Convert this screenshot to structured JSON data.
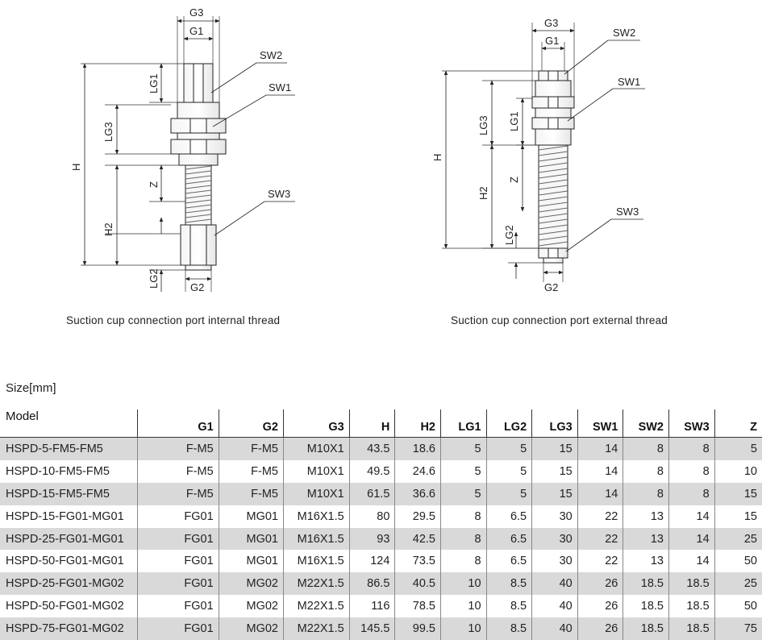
{
  "diagram_left": {
    "labels": {
      "g3": "G3",
      "g1": "G1",
      "g2": "G2",
      "sw2": "SW2",
      "sw1": "SW1",
      "sw3": "SW3",
      "lg1": "LG1",
      "lg3": "LG3",
      "z": "Z",
      "h": "H",
      "h2": "H2",
      "lg2": "LG2"
    },
    "caption": "Suction cup connection port internal thread"
  },
  "diagram_right": {
    "labels": {
      "g3": "G3",
      "g1": "G1",
      "g2": "G2",
      "sw2": "SW2",
      "sw1": "SW1",
      "sw3": "SW3",
      "lg1": "LG1",
      "lg3": "LG3",
      "z": "Z",
      "h": "H",
      "h2": "H2",
      "lg2": "LG2"
    },
    "caption": "Suction cup connection port external thread"
  },
  "size_label": "Size[mm]",
  "table": {
    "headers": [
      "Model",
      "G1",
      "G2",
      "G3",
      "H",
      "H2",
      "LG1",
      "LG2",
      "LG3",
      "SW1",
      "SW2",
      "SW3",
      "Z"
    ],
    "rows": [
      [
        "HSPD-5-FM5-FM5",
        "F-M5",
        "F-M5",
        "M10X1",
        "43.5",
        "18.6",
        "5",
        "5",
        "15",
        "14",
        "8",
        "8",
        "5"
      ],
      [
        "HSPD-10-FM5-FM5",
        "F-M5",
        "F-M5",
        "M10X1",
        "49.5",
        "24.6",
        "5",
        "5",
        "15",
        "14",
        "8",
        "8",
        "10"
      ],
      [
        "HSPD-15-FM5-FM5",
        "F-M5",
        "F-M5",
        "M10X1",
        "61.5",
        "36.6",
        "5",
        "5",
        "15",
        "14",
        "8",
        "8",
        "15"
      ],
      [
        "HSPD-15-FG01-MG01",
        "FG01",
        "MG01",
        "M16X1.5",
        "80",
        "29.5",
        "8",
        "6.5",
        "30",
        "22",
        "13",
        "14",
        "15"
      ],
      [
        "HSPD-25-FG01-MG01",
        "FG01",
        "MG01",
        "M16X1.5",
        "93",
        "42.5",
        "8",
        "6.5",
        "30",
        "22",
        "13",
        "14",
        "25"
      ],
      [
        "HSPD-50-FG01-MG01",
        "FG01",
        "MG01",
        "M16X1.5",
        "124",
        "73.5",
        "8",
        "6.5",
        "30",
        "22",
        "13",
        "14",
        "50"
      ],
      [
        "HSPD-25-FG01-MG02",
        "FG01",
        "MG02",
        "M22X1.5",
        "86.5",
        "40.5",
        "10",
        "8.5",
        "40",
        "26",
        "18.5",
        "18.5",
        "25"
      ],
      [
        "HSPD-50-FG01-MG02",
        "FG01",
        "MG02",
        "M22X1.5",
        "116",
        "78.5",
        "10",
        "8.5",
        "40",
        "26",
        "18.5",
        "18.5",
        "50"
      ],
      [
        "HSPD-75-FG01-MG02",
        "FG01",
        "MG02",
        "M22X1.5",
        "145.5",
        "99.5",
        "10",
        "8.5",
        "40",
        "26",
        "18.5",
        "18.5",
        "75"
      ]
    ]
  }
}
